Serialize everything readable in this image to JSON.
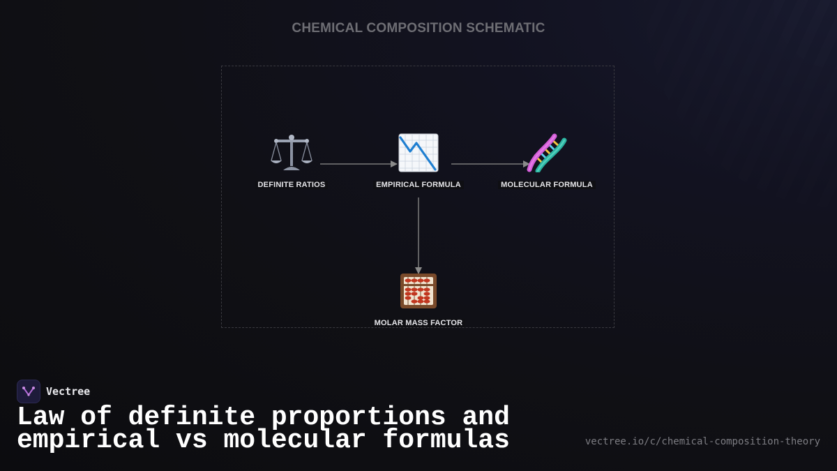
{
  "diagram": {
    "title": "CHEMICAL COMPOSITION SCHEMATIC",
    "nodes": [
      {
        "id": "ratios",
        "label": "DEFINITE RATIOS",
        "icon": "balance-scale-icon"
      },
      {
        "id": "empirical",
        "label": "EMPIRICAL FORMULA",
        "icon": "chart-decreasing-icon"
      },
      {
        "id": "molecular",
        "label": "MOLECULAR FORMULA",
        "icon": "dna-icon"
      },
      {
        "id": "molar",
        "label": "MOLAR MASS FACTOR",
        "icon": "abacus-icon"
      }
    ],
    "edges": [
      {
        "from": "ratios",
        "to": "empirical"
      },
      {
        "from": "empirical",
        "to": "molecular"
      },
      {
        "from": "empirical",
        "to": "molar"
      }
    ]
  },
  "footer": {
    "brand": "Vectree",
    "headline_lines": [
      "Law of definite proportions and",
      "empirical vs molecular formulas"
    ],
    "url": "vectree.io/c/chemical-composition-theory"
  },
  "colors": {
    "background": "#0f0f13",
    "frame": "#3a3a40",
    "arrow": "#8a8a8a",
    "title": "#6e6e74",
    "label": "#e6e6ea"
  }
}
